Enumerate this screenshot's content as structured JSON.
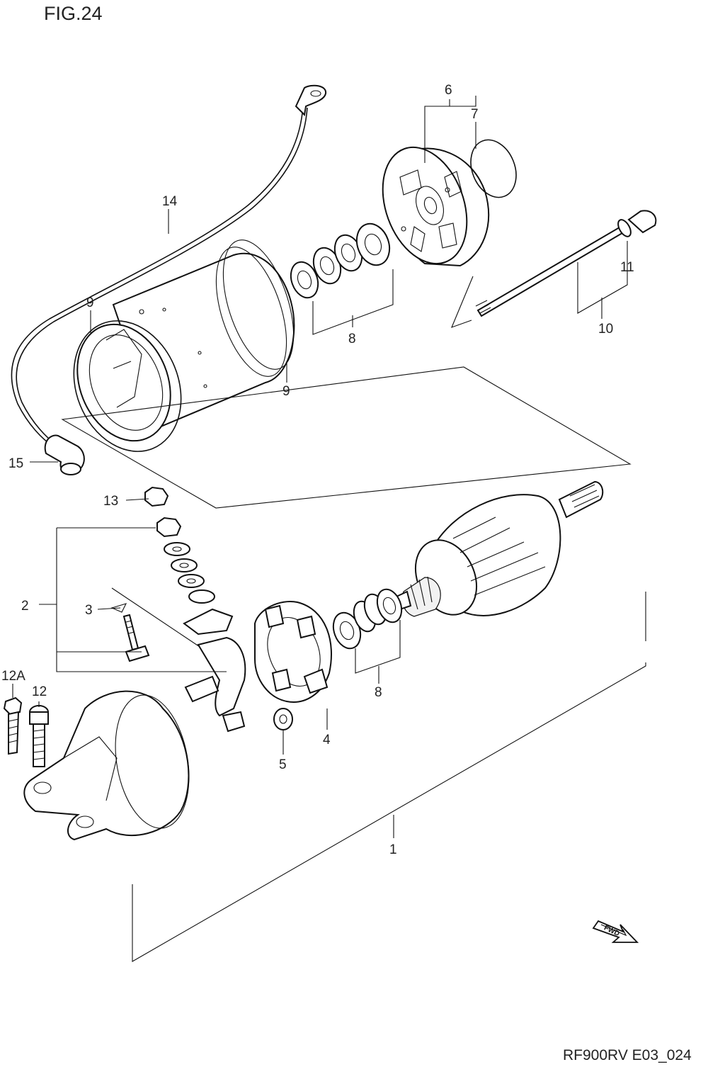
{
  "figure": {
    "title": "FIG.24",
    "code": "RF900RV E03_024",
    "fwd_label": "FWD"
  },
  "callouts": [
    "1",
    "2",
    "3",
    "4",
    "5",
    "6",
    "7",
    "8",
    "8",
    "9",
    "9",
    "10",
    "11",
    "12",
    "12A",
    "13",
    "14",
    "15"
  ]
}
